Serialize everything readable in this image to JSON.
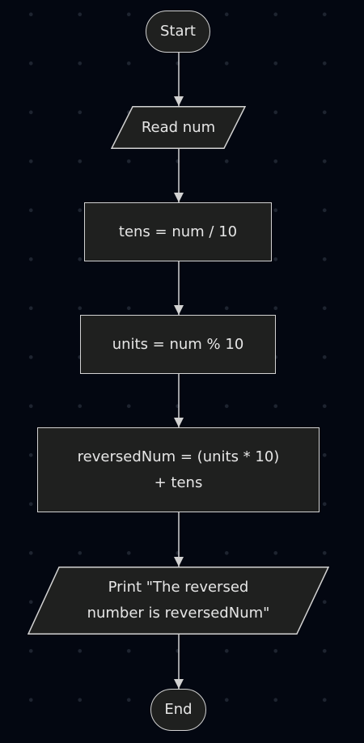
{
  "flowchart": {
    "start": "Start",
    "read": "Read num",
    "tens": "tens = num / 10",
    "units": "units = num % 10",
    "reversed_line1": "reversedNum = (units * 10)",
    "reversed_line2": "+ tens",
    "print_line1": "Print \"The reversed",
    "print_line2": "number is reversedNum\"",
    "end": "End"
  },
  "colors": {
    "background": "#030711",
    "node_fill": "#1f201f",
    "node_stroke": "#d2d2d2",
    "edge": "#d2d2d2",
    "text": "#e6e6e6"
  }
}
